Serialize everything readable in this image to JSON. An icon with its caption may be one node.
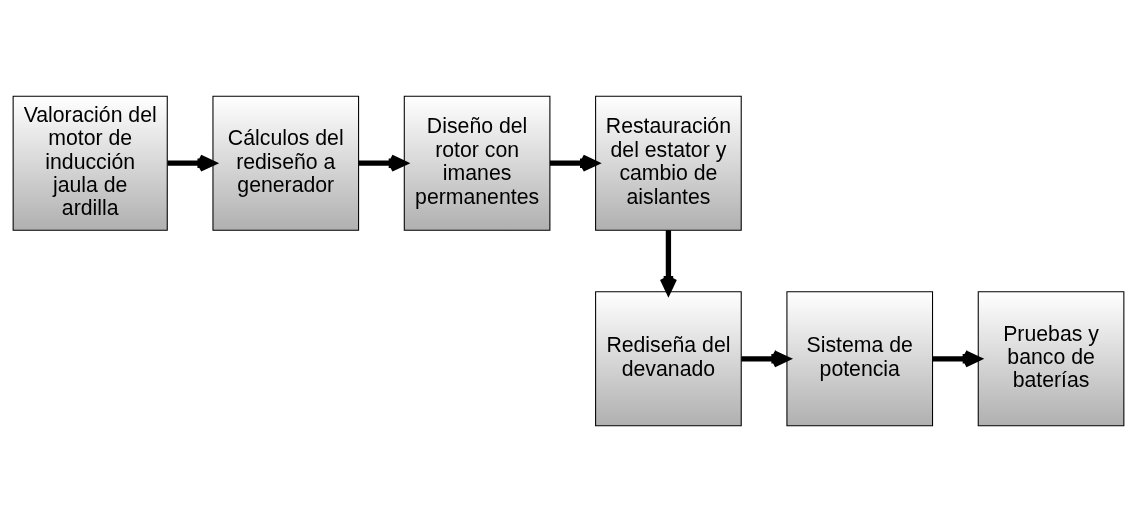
{
  "diagram": {
    "nodes": [
      {
        "text": [
          "Valoración del motor de inducción jaula de ardilla"
        ]
      },
      {
        "text": [
          "Cálculos del rediseño a generador"
        ]
      },
      {
        "text": [
          "Diseño del rotor con imanes permanentes"
        ]
      },
      {
        "text": [
          "Restauración del estator y cambio de aislantes"
        ]
      },
      {
        "text": [
          "Pruebas y banco de baterías"
        ]
      },
      {
        "text": [
          "Sistema de potencia"
        ]
      },
      {
        "text": [
          "Rediseña del devanado"
        ]
      }
    ],
    "edges": [
      {
        "from": 0,
        "to": 1,
        "arrow": "to"
      },
      {
        "from": 1,
        "to": 2,
        "arrow": "to"
      },
      {
        "from": 2,
        "to": 3,
        "arrow": "to"
      },
      {
        "from": 3,
        "to": 6,
        "arrow": "to"
      },
      {
        "from": 6,
        "to": 5,
        "arrow": "to"
      },
      {
        "from": 5,
        "to": 4,
        "arrow": "to"
      }
    ]
  }
}
